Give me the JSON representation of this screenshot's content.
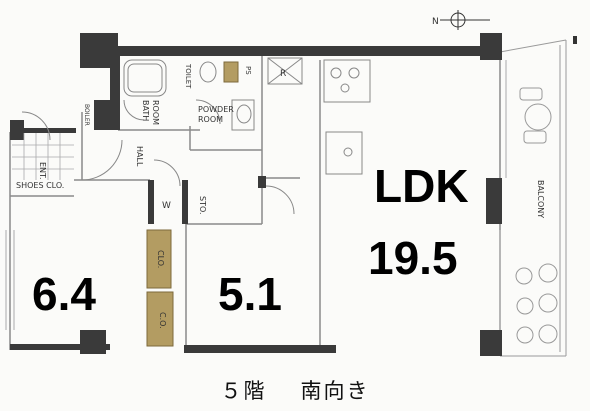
{
  "floor_plan": {
    "compass": "N",
    "rooms": {
      "ldk_label": "LDK",
      "ldk_size": "19.5",
      "western_room_a_size": "6.4",
      "western_room_b_size": "5.1",
      "entrance": "ENT.",
      "hall": "HALL",
      "shoes_closet": "SHOES CLO.",
      "boiler": "BOILER",
      "bathroom_line1": "BATH",
      "bathroom_line2": "ROOM",
      "toilet": "TOILET",
      "powder_line1": "POWDER",
      "powder_line2": "ROOM",
      "pipe_space": "PS",
      "refrigerator": "R",
      "washer": "W",
      "storage": "STO.",
      "closet_a": "CLO.",
      "closet_b": "C.O.",
      "balcony": "BALCONY"
    },
    "caption": {
      "floor": "５階",
      "orientation": "南向き"
    },
    "colors": {
      "wall": "#3a3a3a",
      "closet": "#b39c62",
      "line": "#8a8a8a"
    }
  }
}
